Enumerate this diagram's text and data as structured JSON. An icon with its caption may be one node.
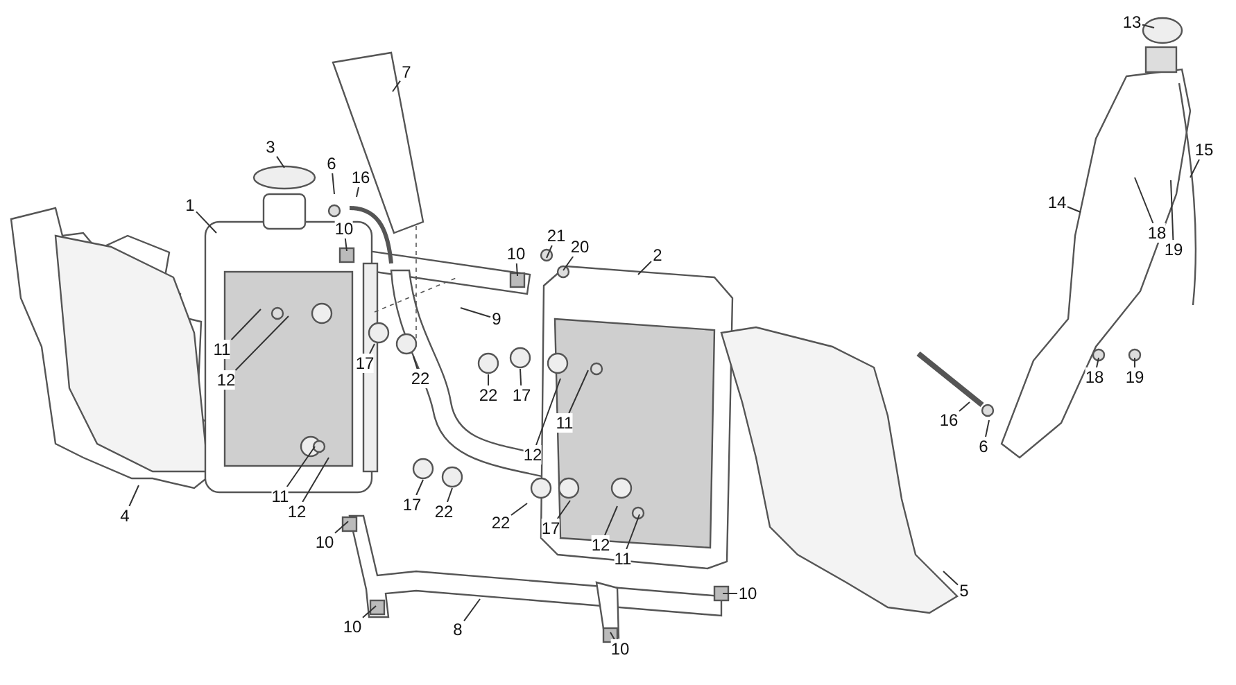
{
  "diagram": {
    "nodes": [
      {
        "text": [
          "1"
        ]
      },
      {
        "text": [
          "2"
        ]
      },
      {
        "text": [
          "3"
        ]
      },
      {
        "text": [
          "4"
        ]
      },
      {
        "text": [
          "5"
        ]
      },
      {
        "text": [
          "6"
        ]
      },
      {
        "text": [
          "6"
        ]
      },
      {
        "text": [
          "7"
        ]
      },
      {
        "text": [
          "8"
        ]
      },
      {
        "text": [
          "9"
        ]
      },
      {
        "text": [
          "10"
        ]
      },
      {
        "text": [
          "10"
        ]
      },
      {
        "text": [
          "10"
        ]
      },
      {
        "text": [
          "10"
        ]
      },
      {
        "text": [
          "10"
        ]
      },
      {
        "text": [
          "10"
        ]
      },
      {
        "text": [
          "11"
        ]
      },
      {
        "text": [
          "11"
        ]
      },
      {
        "text": [
          "11"
        ]
      },
      {
        "text": [
          "11"
        ]
      },
      {
        "text": [
          "12"
        ]
      },
      {
        "text": [
          "12"
        ]
      },
      {
        "text": [
          "12"
        ]
      },
      {
        "text": [
          "12"
        ]
      },
      {
        "text": [
          "13"
        ]
      },
      {
        "text": [
          "14"
        ]
      },
      {
        "text": [
          "15"
        ]
      },
      {
        "text": [
          "16"
        ]
      },
      {
        "text": [
          "16"
        ]
      },
      {
        "text": [
          "17"
        ]
      },
      {
        "text": [
          "17"
        ]
      },
      {
        "text": [
          "17"
        ]
      },
      {
        "text": [
          "17"
        ]
      },
      {
        "text": [
          "18"
        ]
      },
      {
        "text": [
          "18"
        ]
      },
      {
        "text": [
          "19"
        ]
      },
      {
        "text": [
          "19"
        ]
      },
      {
        "text": [
          "20"
        ]
      },
      {
        "text": [
          "21"
        ]
      },
      {
        "text": [
          "22"
        ]
      },
      {
        "text": [
          "22"
        ]
      },
      {
        "text": [
          "22"
        ]
      },
      {
        "text": [
          "22"
        ]
      }
    ],
    "edges": [
      {
        "from": 0,
        "to": null,
        "arrow": "none"
      },
      {
        "from": 1,
        "to": null,
        "arrow": "none"
      },
      {
        "from": 2,
        "to": null,
        "arrow": "none"
      },
      {
        "from": 3,
        "to": null,
        "arrow": "none"
      },
      {
        "from": 4,
        "to": null,
        "arrow": "none"
      },
      {
        "from": 5,
        "to": null,
        "arrow": "none"
      },
      {
        "from": 6,
        "to": null,
        "arrow": "none"
      },
      {
        "from": 7,
        "to": null,
        "arrow": "none"
      },
      {
        "from": 8,
        "to": null,
        "arrow": "none"
      },
      {
        "from": 9,
        "to": null,
        "arrow": "none"
      },
      {
        "from": 10,
        "to": null,
        "arrow": "none"
      },
      {
        "from": 11,
        "to": null,
        "arrow": "none"
      },
      {
        "from": 12,
        "to": null,
        "arrow": "none"
      },
      {
        "from": 13,
        "to": null,
        "arrow": "none"
      },
      {
        "from": 14,
        "to": null,
        "arrow": "none"
      },
      {
        "from": 15,
        "to": null,
        "arrow": "none"
      },
      {
        "from": 16,
        "to": null,
        "arrow": "none"
      },
      {
        "from": 17,
        "to": null,
        "arrow": "none"
      },
      {
        "from": 18,
        "to": null,
        "arrow": "none"
      },
      {
        "from": 19,
        "to": null,
        "arrow": "none"
      },
      {
        "from": 20,
        "to": null,
        "arrow": "none"
      },
      {
        "from": 21,
        "to": null,
        "arrow": "none"
      },
      {
        "from": 22,
        "to": null,
        "arrow": "none"
      },
      {
        "from": 23,
        "to": null,
        "arrow": "none"
      },
      {
        "from": 24,
        "to": null,
        "arrow": "none"
      },
      {
        "from": 25,
        "to": null,
        "arrow": "none"
      },
      {
        "from": 26,
        "to": null,
        "arrow": "none"
      },
      {
        "from": 27,
        "to": null,
        "arrow": "none"
      },
      {
        "from": 28,
        "to": null,
        "arrow": "none"
      },
      {
        "from": 29,
        "to": null,
        "arrow": "none"
      },
      {
        "from": 30,
        "to": null,
        "arrow": "none"
      },
      {
        "from": 31,
        "to": null,
        "arrow": "none"
      },
      {
        "from": 32,
        "to": null,
        "arrow": "none"
      },
      {
        "from": 33,
        "to": null,
        "arrow": "none"
      },
      {
        "from": 34,
        "to": null,
        "arrow": "none"
      },
      {
        "from": 35,
        "to": null,
        "arrow": "none"
      },
      {
        "from": 36,
        "to": null,
        "arrow": "none"
      },
      {
        "from": 37,
        "to": null,
        "arrow": "none"
      },
      {
        "from": 38,
        "to": null,
        "arrow": "none"
      },
      {
        "from": 39,
        "to": null,
        "arrow": "none"
      },
      {
        "from": 40,
        "to": null,
        "arrow": "none"
      },
      {
        "from": 41,
        "to": null,
        "arrow": "none"
      },
      {
        "from": 42,
        "to": null,
        "arrow": "none"
      }
    ]
  }
}
